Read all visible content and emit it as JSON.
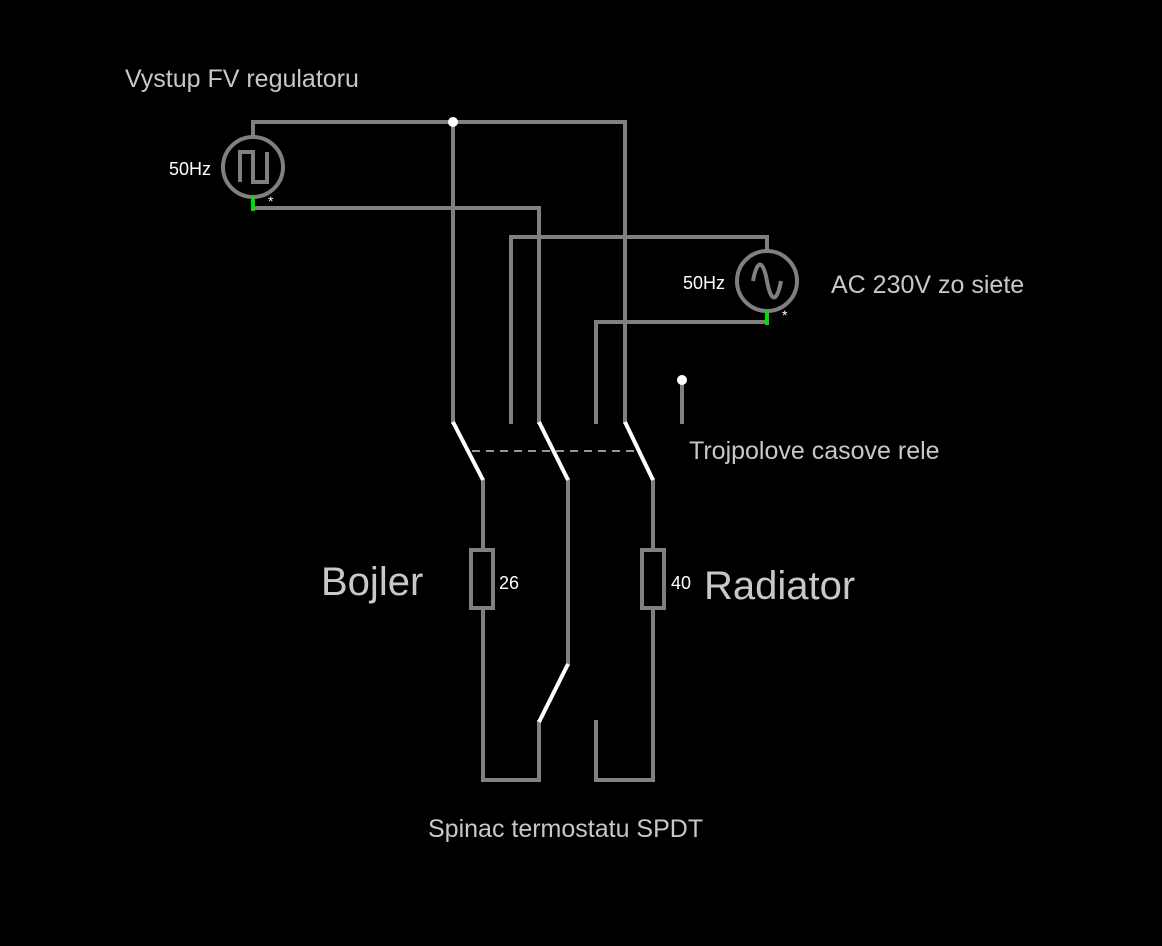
{
  "diagram": {
    "title_pv": "Vystup FV regulatoru",
    "title_ac": "AC 230V zo siete",
    "relay_label": "Trojpolove casove rele",
    "thermostat_label": "Spinac termostatu SPDT",
    "load_left_label": "Bojler",
    "load_right_label": "Radiator",
    "load_left_value": "26",
    "load_right_value": "40",
    "pv_source_freq": "50Hz",
    "ac_source_freq": "50Hz",
    "polarity_mark_pv": "*",
    "polarity_mark_ac": "*"
  },
  "colors": {
    "background": "#000000",
    "wire": "#808080",
    "switch_blade": "#ffffff",
    "terminal": "#00e000",
    "label_text": "#c8c8c8",
    "value_text": "#ffffff",
    "relay_link": "#c8c8c8"
  }
}
